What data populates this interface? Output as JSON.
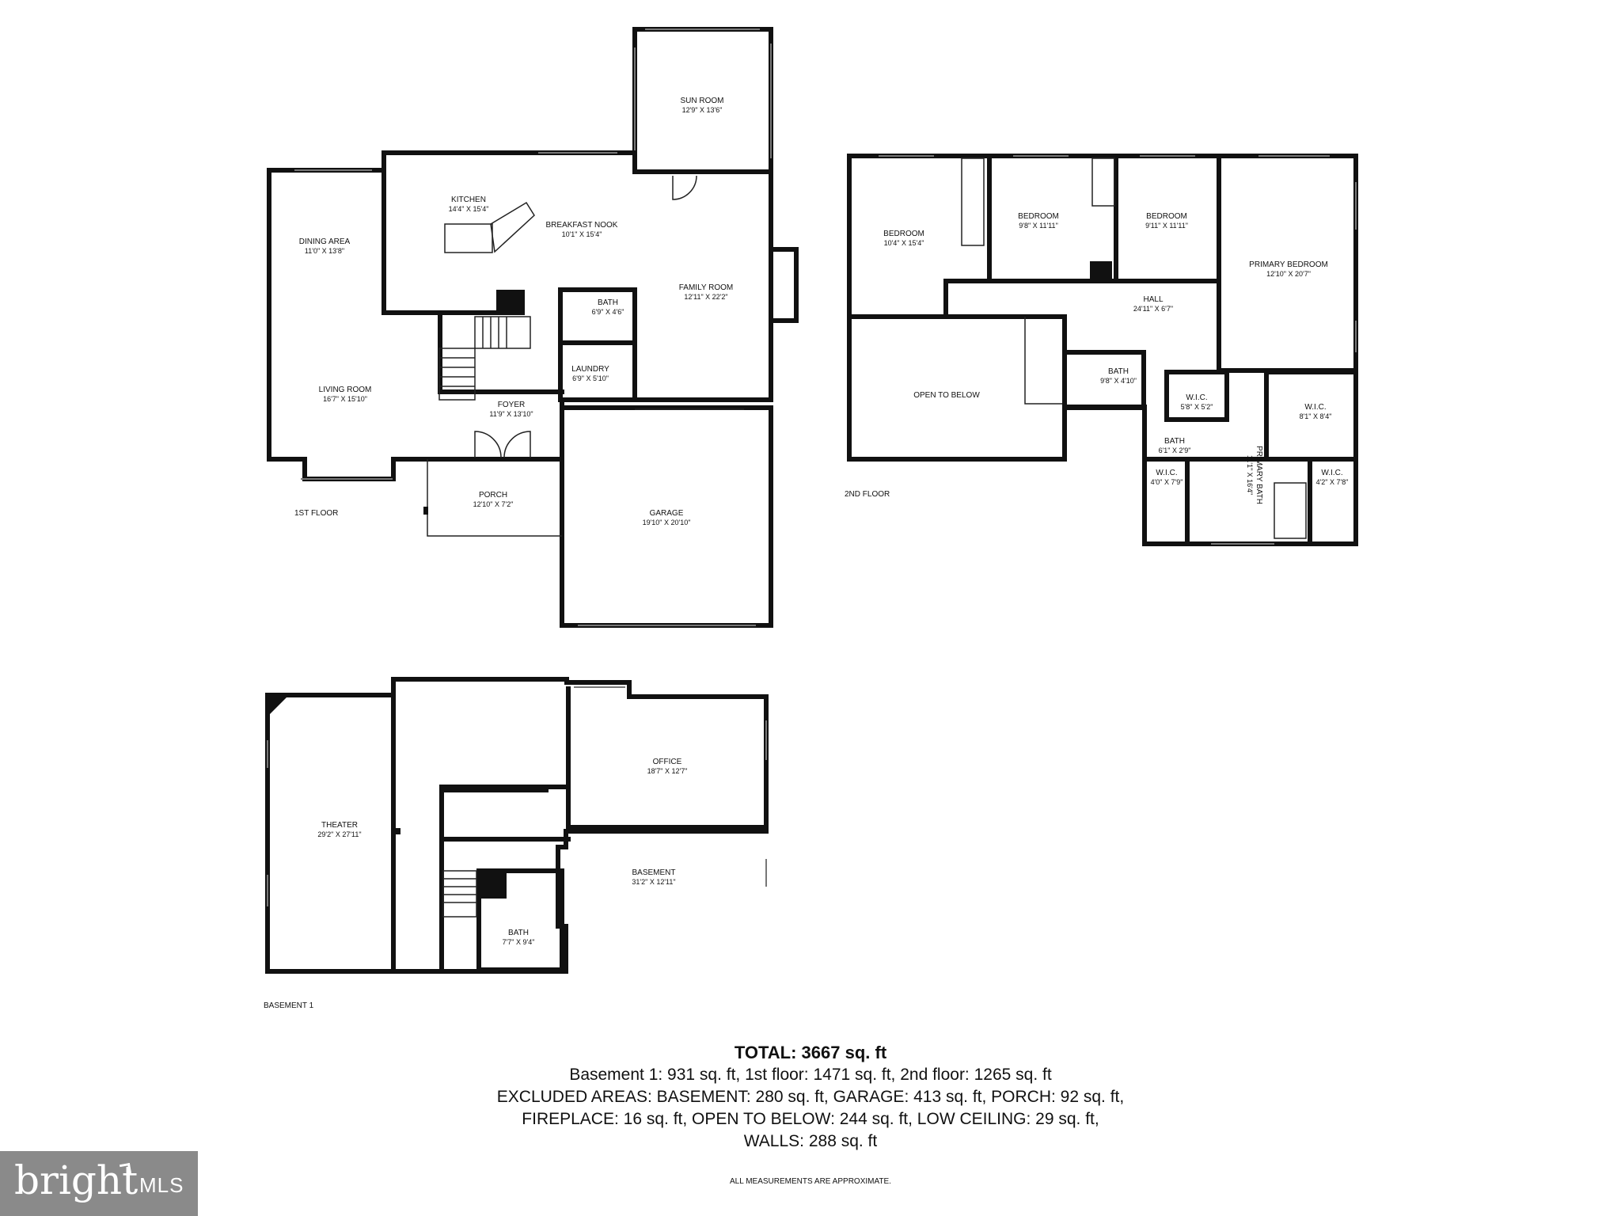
{
  "floors": {
    "first": {
      "label": "1ST FLOOR",
      "rooms": [
        {
          "id": "sun",
          "name": "SUN ROOM",
          "dims": "12'9\" X 13'6\""
        },
        {
          "id": "kitchen",
          "name": "KITCHEN",
          "dims": "14'4\" X 15'4\""
        },
        {
          "id": "nook",
          "name": "BREAKFAST NOOK",
          "dims": "10'1\" X 15'4\""
        },
        {
          "id": "dining",
          "name": "DINING AREA",
          "dims": "11'0\" X 13'8\""
        },
        {
          "id": "family",
          "name": "FAMILY ROOM",
          "dims": "12'11\" X 22'2\""
        },
        {
          "id": "bath1",
          "name": "BATH",
          "dims": "6'9\" X 4'6\""
        },
        {
          "id": "laundry",
          "name": "LAUNDRY",
          "dims": "6'9\" X 5'10\""
        },
        {
          "id": "living",
          "name": "LIVING ROOM",
          "dims": "16'7\" X 15'10\""
        },
        {
          "id": "foyer",
          "name": "FOYER",
          "dims": "11'9\" X 13'10\""
        },
        {
          "id": "porch",
          "name": "PORCH",
          "dims": "12'10\" X 7'2\""
        },
        {
          "id": "garage",
          "name": "GARAGE",
          "dims": "19'10\" X 20'10\""
        }
      ]
    },
    "second": {
      "label": "2ND FLOOR",
      "rooms": [
        {
          "id": "bed1",
          "name": "BEDROOM",
          "dims": "10'4\" X 15'4\""
        },
        {
          "id": "bed2",
          "name": "BEDROOM",
          "dims": "9'8\" X 11'11\""
        },
        {
          "id": "bed3",
          "name": "BEDROOM",
          "dims": "9'11\" X 11'11\""
        },
        {
          "id": "primary",
          "name": "PRIMARY BEDROOM",
          "dims": "12'10\" X 20'7\""
        },
        {
          "id": "hall",
          "name": "HALL",
          "dims": "24'11\" X 6'7\""
        },
        {
          "id": "otb",
          "name": "OPEN TO BELOW",
          "dims": ""
        },
        {
          "id": "bath2",
          "name": "BATH",
          "dims": "9'8\" X 4'10\""
        },
        {
          "id": "wic1",
          "name": "W.I.C.",
          "dims": "5'8\" X 5'2\""
        },
        {
          "id": "wic2",
          "name": "W.I.C.",
          "dims": "8'1\" X 8'4\""
        },
        {
          "id": "bath3",
          "name": "BATH",
          "dims": "6'1\" X 2'9\""
        },
        {
          "id": "wic3",
          "name": "W.I.C.",
          "dims": "4'0\" X 7'9\""
        },
        {
          "id": "pbath",
          "name": "PRIMARY BATH",
          "dims": "11'1\" X 16'4\""
        },
        {
          "id": "wic4",
          "name": "W.I.C.",
          "dims": "4'2\" X 7'8\""
        }
      ]
    },
    "basement": {
      "label": "BASEMENT 1",
      "rooms": [
        {
          "id": "theater",
          "name": "THEATER",
          "dims": "29'2\" X 27'11\""
        },
        {
          "id": "office",
          "name": "OFFICE",
          "dims": "18'7\" X 12'7\""
        },
        {
          "id": "basement",
          "name": "BASEMENT",
          "dims": "31'2\" X 12'11\""
        },
        {
          "id": "bath4",
          "name": "BATH",
          "dims": "7'7\" X 9'4\""
        }
      ]
    }
  },
  "summary": {
    "total": "TOTAL: 3667 sq. ft",
    "line1": "Basement 1: 931 sq. ft, 1st floor: 1471 sq. ft, 2nd floor: 1265 sq. ft",
    "line2": "EXCLUDED AREAS: BASEMENT: 280 sq. ft, GARAGE: 413 sq. ft, PORCH: 92 sq. ft,",
    "line3": "FIREPLACE: 16 sq. ft, OPEN TO BELOW: 244 sq. ft, LOW CEILING: 29 sq. ft,",
    "line4": "WALLS: 288 sq. ft"
  },
  "disclaimer": "ALL MEASUREMENTS ARE APPROXIMATE.",
  "logo": {
    "word": "bright",
    "suffix": "MLS",
    "color": "#8a8a8a"
  }
}
